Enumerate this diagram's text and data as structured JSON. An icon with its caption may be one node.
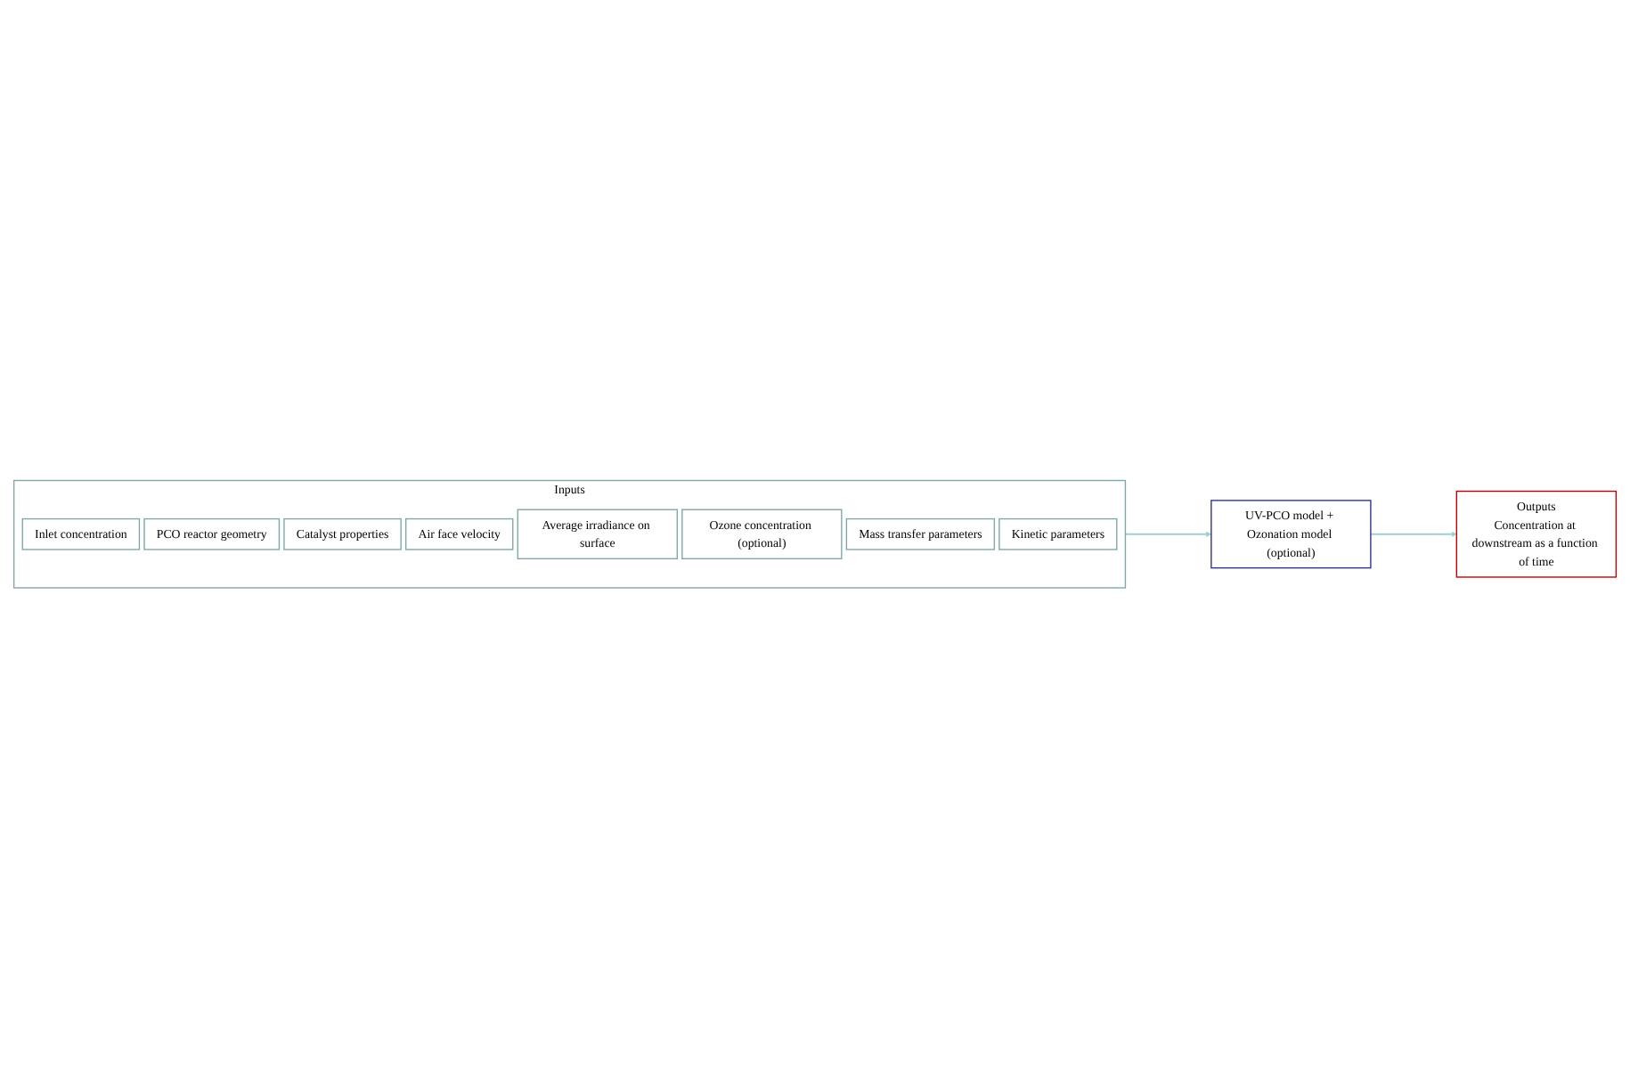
{
  "diagram": {
    "nodes": [
      {
        "text": [
          "Inputs"
        ]
      },
      {
        "text": [
          "Inlet concentration"
        ],
        "in": 0
      },
      {
        "text": [
          "PCO reactor geometry"
        ],
        "in": 0
      },
      {
        "text": [
          "Catalyst properties"
        ],
        "in": 0
      },
      {
        "text": [
          "Air face velocity"
        ],
        "in": 0
      },
      {
        "text": [
          "Average irradiance on surface"
        ],
        "in": 0
      },
      {
        "text": [
          "Ozone concentration (optional)"
        ],
        "in": 0
      },
      {
        "text": [
          "Mass transfer parameters"
        ],
        "in": 0
      },
      {
        "text": [
          "Kinetic parameters"
        ],
        "in": 0
      },
      {
        "text": [
          "UV-PCO model + Ozonation model (optional)"
        ]
      },
      {
        "text": [
          "Outputs",
          "Concentration at downstream as a function of time"
        ]
      }
    ],
    "edges": [
      {
        "from": 0,
        "to": 9,
        "arrow": "to"
      },
      {
        "from": 9,
        "to": 10,
        "arrow": "to"
      }
    ]
  }
}
